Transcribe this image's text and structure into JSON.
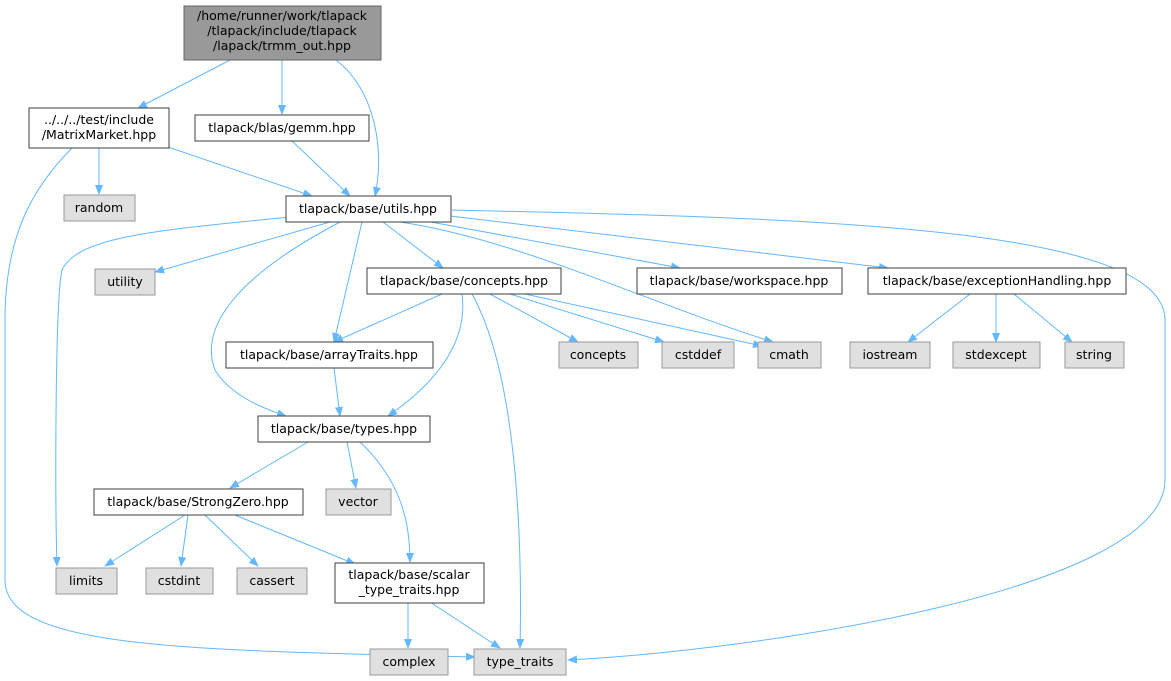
{
  "nodes": {
    "trmm_out": [
      "/home/runner/work/tlapack",
      "/tlapack/include/tlapack",
      "/lapack/trmm_out.hpp"
    ],
    "matrixmarket": [
      "../../../test/include",
      "/MatrixMarket.hpp"
    ],
    "gemm": "tlapack/blas/gemm.hpp",
    "random": "random",
    "utils": "tlapack/base/utils.hpp",
    "utility": "utility",
    "concepts_hpp": "tlapack/base/concepts.hpp",
    "workspace": "tlapack/base/workspace.hpp",
    "exception": "tlapack/base/exceptionHandling.hpp",
    "arraytraits": "tlapack/base/arrayTraits.hpp",
    "concepts": "concepts",
    "cstddef": "cstddef",
    "cmath": "cmath",
    "iostream": "iostream",
    "stdexcept": "stdexcept",
    "string": "string",
    "types": "tlapack/base/types.hpp",
    "strongzero": "tlapack/base/StrongZero.hpp",
    "vector": "vector",
    "limits": "limits",
    "cstdint": "cstdint",
    "cassert": "cassert",
    "scalar": [
      "tlapack/base/scalar",
      "_type_traits.hpp"
    ],
    "complex": "complex",
    "type_traits": "type_traits"
  }
}
